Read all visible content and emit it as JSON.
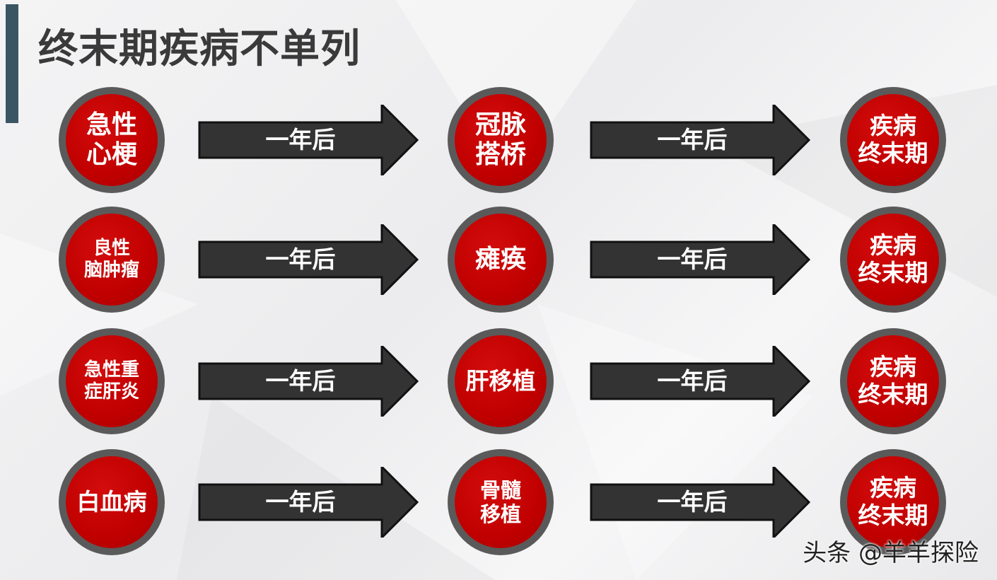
{
  "title": "终末期疾病不单列",
  "watermark": "头条 @羊羊探险",
  "colors": {
    "accent_bar": "#3b5663",
    "circle_fill": "#c00000",
    "circle_ring": "#5a5a5a",
    "arrow_fill": "#333333"
  },
  "rows": [
    {
      "start": [
        "急性",
        "心梗"
      ],
      "arrow1": "一年后",
      "middle": [
        "冠脉",
        "搭桥"
      ],
      "arrow2": "一年后",
      "end": [
        "疾病",
        "终末期"
      ]
    },
    {
      "start": [
        "良性",
        "脑肿瘤"
      ],
      "arrow1": "一年后",
      "middle": [
        "瘫痪"
      ],
      "arrow2": "一年后",
      "end": [
        "疾病",
        "终末期"
      ]
    },
    {
      "start": [
        "急性重",
        "症肝炎"
      ],
      "arrow1": "一年后",
      "middle": [
        "肝移植"
      ],
      "arrow2": "一年后",
      "end": [
        "疾病",
        "终末期"
      ]
    },
    {
      "start": [
        "白血病"
      ],
      "arrow1": "一年后",
      "middle": [
        "骨髓",
        "移植"
      ],
      "arrow2": "一年后",
      "end": [
        "疾病",
        "终末期"
      ]
    }
  ]
}
